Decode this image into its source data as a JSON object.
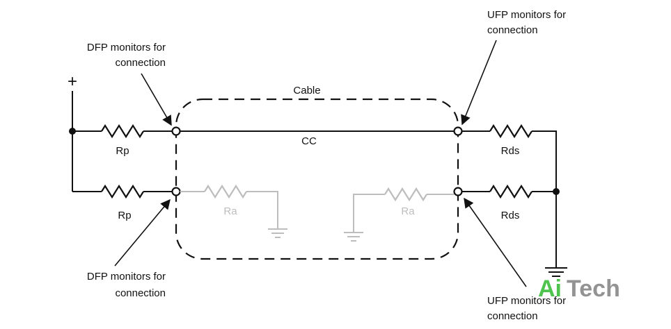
{
  "labels": {
    "dfp_top_line1": "DFP monitors for",
    "dfp_top_line2": "connection",
    "dfp_bottom_line1": "DFP monitors for",
    "dfp_bottom_line2": "connection",
    "ufp_top_line1": "UFP monitors for",
    "ufp_top_line2": "connection",
    "ufp_bottom_line1": "UFP monitors for",
    "ufp_bottom_line2": "connection",
    "cable": "Cable",
    "cc": "CC",
    "plus": "+",
    "rp_top": "Rp",
    "rp_bottom": "Rp",
    "rds_top": "Rds",
    "rds_bottom": "Rds",
    "ra_left": "Ra",
    "ra_right": "Ra"
  },
  "watermark": {
    "part1": "Ai",
    "part2": "Tech"
  },
  "colors": {
    "wire": "#111111",
    "inactive": "#bdbdbd",
    "logo_green": "#3fbf3f",
    "logo_gray": "#8a8a8a"
  }
}
